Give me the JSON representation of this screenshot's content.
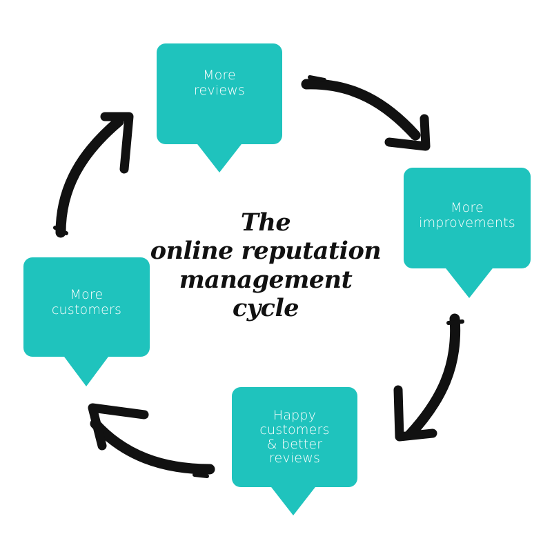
{
  "colors": {
    "bubble": "#1fc3bd",
    "arrow": "#111111",
    "title": "#111111",
    "bubble_text": "#ffffff"
  },
  "title": {
    "line1": "The",
    "line2": "online reputation",
    "line3": "management",
    "line4": "cycle"
  },
  "bubbles": {
    "top": {
      "line1": "More",
      "line2": "reviews"
    },
    "right": {
      "line1": "More",
      "line2": "improvements"
    },
    "bottom": {
      "line1": "Happy",
      "line2": "customers",
      "line3": "& better",
      "line4": "reviews"
    },
    "left": {
      "line1": "More",
      "line2": "customers"
    }
  }
}
